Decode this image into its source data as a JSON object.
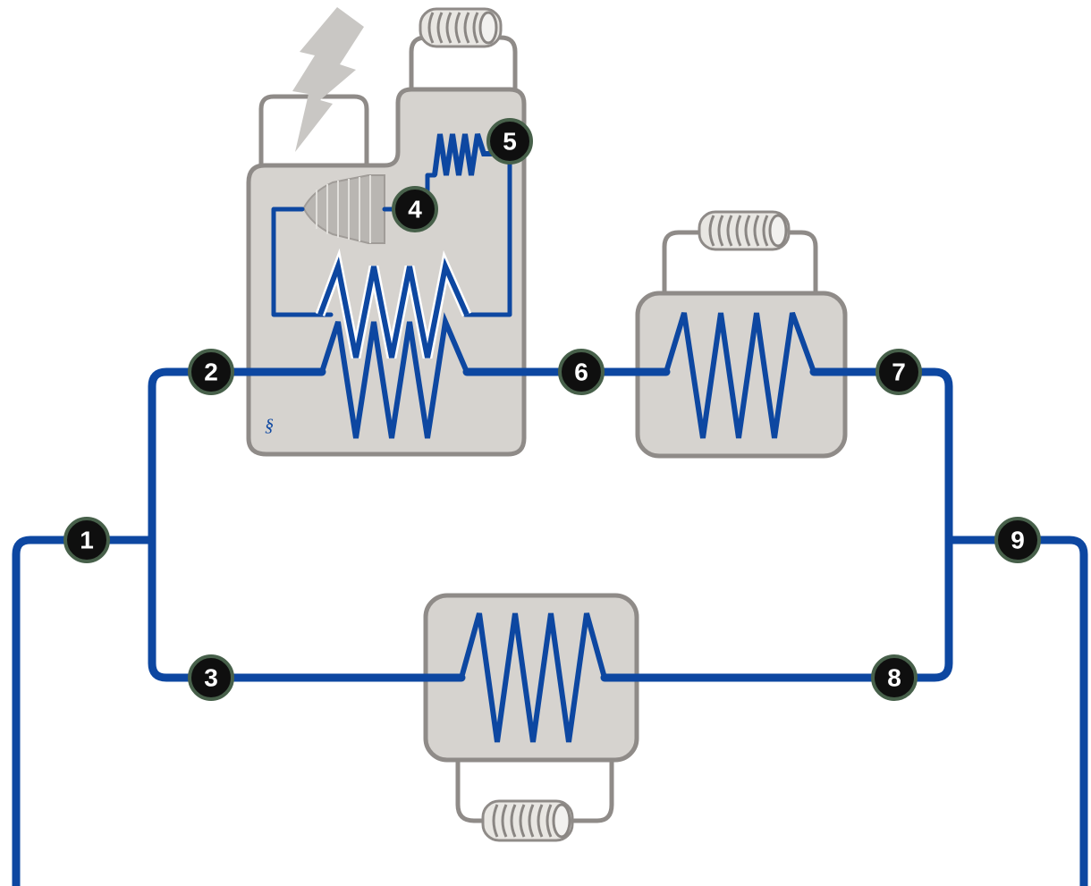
{
  "colors": {
    "pipe": "#0d47a1",
    "box": "#d6d3cf",
    "box_stroke": "#8f8b88",
    "node": "#0f0f0f",
    "node_ring": "#47604a",
    "lightning": "#c9c7c4"
  },
  "nodes": [
    {
      "id": "1",
      "label": "1"
    },
    {
      "id": "2",
      "label": "2"
    },
    {
      "id": "3",
      "label": "3"
    },
    {
      "id": "4",
      "label": "4"
    },
    {
      "id": "5",
      "label": "5"
    },
    {
      "id": "6",
      "label": "6"
    },
    {
      "id": "7",
      "label": "7"
    },
    {
      "id": "8",
      "label": "8"
    },
    {
      "id": "9",
      "label": "9"
    }
  ],
  "icons": {
    "lightning": "lightning-bolt-icon",
    "coil": "coil-icon",
    "turbine": "turbine-icon",
    "logo": "gecko-logo-icon"
  }
}
